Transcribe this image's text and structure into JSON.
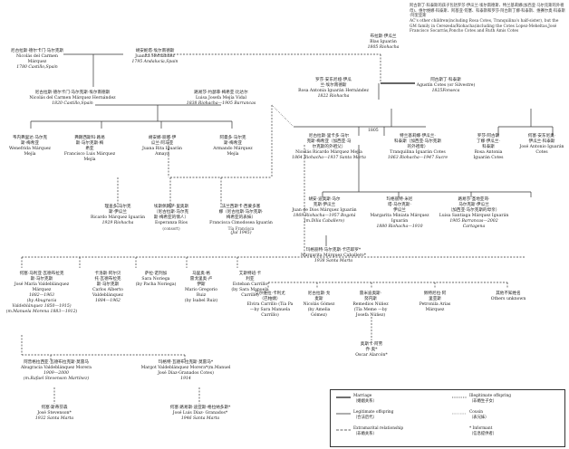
{
  "persons": {
    "p_nicolas_carmen": {
      "name": "尼古拉斯·德尔卡门·马尔克斯\nNicolás del Carmen\nMárquez",
      "dates": "1780 Castillo,Spain"
    },
    "p_juanita": {
      "name": "胡安妮塔·埃尔南德斯\nJuanita Hernández",
      "dates": "1795 Andalucía,Spain"
    },
    "p_nicolas_hernandez": {
      "name": "尼古拉斯·德尔卡门·马尔克斯·埃尔南德斯\nNicolás del Carmen Márquez Hernández",
      "dates": "1820 Castillo,Spain"
    },
    "p_luisa": {
      "name": "路易莎·约瑟菲·梅希亚·比达尔\nLuisa Josefa Mejía Vidal",
      "dates": "1838 Riohacha—1905 Barrancas"
    },
    "p_blas": {
      "name": "布拉斯·伊瓜兰\nBlas Iguarán",
      "dates": "1805 Riohacha"
    },
    "p_rosa_antonia": {
      "name": "罗莎·安东尼娅·伊瓜\n兰·埃尔南德斯\nRosa Antonia Iguarán Hernández",
      "dates": "1822 Riohacha"
    },
    "p_agustin": {
      "name": "阿古斯丁·科泰斯\nAgustín Cotes (or Silvestre)",
      "dates": "1825Fonseca"
    },
    "p_wenefrida": {
      "name": "韦内弗里达·马尔克\n斯·梅希亚\nWenefrida Márquez\nMejía",
      "dates": ""
    },
    "p_francisco": {
      "name": "弗朗西斯科·路易\n斯·马尔克斯·梅\n希亚\nFrancisco Luis Márquez\nMejía",
      "dates": ""
    },
    "p_juana_rita": {
      "name": "胡安娜·丽塔·伊\n瓜兰·阿马亚\nJuana Rita Iguarán\nAmaya",
      "dates": ""
    },
    "p_armando": {
      "name": "阿曼多·马尔克\n斯·梅希亚\nArmando Márquez\nMejía",
      "dates": ""
    },
    "p_nicolas_ricardo": {
      "name": "尼古拉斯·里卡多·马尔\n克斯·梅希亚（加西亚·马\n尔克斯的外祖父）\nNicolás Ricardo Márquez Mejía",
      "dates": "1864 Riohacha—1937 Santa Marta"
    },
    "p_tranquilina": {
      "name": "特兰基莉娜·伊瓜兰·\n科泰斯（加西亚·马尔克斯\n的外祖母）\nTranquilina Iguarán Cotes",
      "dates": "1863 Riohacha—1947 Sucre"
    },
    "p_rosa_cotes": {
      "name": "罗莎·阿古斯\n丁娜·伊瓜兰·\n科泰斯\nRosa Antonia\nIguarán Cotes",
      "dates": ""
    },
    "p_jose_antonio": {
      "name": "何塞·安东尼奥·\n伊瓜兰·科泰斯\nJosé Antonio Iguarán\nCotes",
      "dates": ""
    },
    "p_ricardo": {
      "name": "理查多·马尔克\n斯·伊瓜兰\nRicardo Márquez Iguarán",
      "dates": "1929 Riohacha"
    },
    "p_esperanza": {
      "name": "埃斯佩朗萨·里奥斯\n（尼古拉斯·马尔克\n斯·梅希亚的情人）\nEsperanza Ríos",
      "dates": "(consort)"
    },
    "p_francisca": {
      "name": "法兰西斯卡·西蒙多塞\n娜（尼古拉斯·马尔克斯·\n梅希亚的表妹）\nFrancisca Cimodosea Iguarán",
      "dates": "Tía Francisca"
    },
    "p_francisca_d": {
      "name": "",
      "dates": "(Jul 1945)"
    },
    "p_juan_de_dios": {
      "name": "胡安·迪奥斯·马尔\n克斯·伊瓜兰\nJuan de Dios Márquez Iguarán",
      "dates": "1869 Riohacha—1957 Bogotá\n(m.Dilia Caballero)"
    },
    "p_margarita": {
      "name": "玛格丽特·米尼\n塔·马尔克斯·\n伊瓜兰\nMargarita Miniata Márquez\nIguarán",
      "dates": "1880 Riohacha—1910"
    },
    "p_luisa_santiaga": {
      "name": "路易莎·圣地亚哥·\n马尔克斯·伊瓜兰\n（加西亚·马尔克斯的母亲）\nLuisa Santiaga Márquez Iguarán",
      "dates": "1905 Barrancas—2002\nCartagena"
    },
    "p_margarita2": {
      "name": "玛格丽特·马尔克斯·卡巴耶罗*\nMargarita Márquez Caballero*",
      "dates": "1938 Santa Marta"
    },
    "p_jose_maria": {
      "name": "何塞·马利亚·瓦德布拉克\n斯·马尔克斯\nJosé María Valdeblánquez\nMárquez",
      "dates": "1882—1963\n(by Abugracia\nValdeblánquez 1850—1915)\n(m.Manuela Morena 1883—1912)"
    },
    "p_carlos": {
      "name": "卡洛斯·阿尔贝\n托·瓦德布拉克\n斯·马尔克斯\nCarlos Alberto\nValdeblánquez",
      "dates": "1884—1962"
    },
    "p_sara": {
      "name": "萨拉·诺列加\nSara Noriega\n(by Pacha Noriega)",
      "dates": ""
    },
    "p_mario": {
      "name": "马里奥·格\n雷戈里奥·卢\n伊斯\nMario Gregorio\nRuiz\n(by Isabel Ruiz)",
      "dates": ""
    },
    "p_esteban": {
      "name": "艾斯特班·卡\n利亚\nEsteban Carrillo\n(by Sara Manuela\nCarrillo)",
      "dates": ""
    },
    "p_elvira": {
      "name": "艾尔维拉·卡利尤\n（巴帕姨）\nElvira Carrillo (Tía Pa\n—by Sara Manuela\nCarrillo)",
      "dates": ""
    },
    "p_nicolas_gomez": {
      "name": "尼古拉斯·戈\n麦斯\nNicolás Gómez\n(by Amelia\nGómez)",
      "dates": ""
    },
    "p_remedios": {
      "name": "雷米迪奥斯·\n努内斯\nRemedios Núñez\n(Tía Meme —by\nJosefa Núñez)",
      "dates": ""
    },
    "p_petronila": {
      "name": "佩特尼拉·阿\n里亚斯\nPetronila Arias\nMárquez",
      "dates": ""
    },
    "p_unknown": {
      "name": "其他不知姓名\nOthers unknown",
      "dates": ""
    },
    "p_oscar": {
      "name": "奥斯卡·阿劳\n乔·奥*\nOscar Alarcón*",
      "dates": ""
    },
    "p_abugracia": {
      "name": "阿普格拉西亚·瓦德布拉克斯·莫雷马\nAbugracia Valdeblánquez Morera",
      "dates": "1909—2000\n(m.Rafael Stevenson Martínez)"
    },
    "p_margot": {
      "name": "玛格特·瓦德布拉克斯·莫雷马*\nMargot Valdeblánquez Morera*(m.Manuel\nJosé Díaz-Granados Cotes)",
      "dates": "1914"
    },
    "p_jose_stevenson": {
      "name": "何塞·斯蒂芬森\nJosé Stevenson*",
      "dates": "1932 Santa Marta"
    },
    "p_jose_diaz": {
      "name": "何塞·路易斯·迪亚斯-格拉纳多斯*\nJosé Luis Díaz- Granados*",
      "dates": "1946 Santa Marta"
    }
  },
  "year_1805": "1805",
  "note": "阿古斯丁·科泰斯的孩子包括罗莎·伊瓜兰·埃尔南德斯、特兰基莉娜(加西亚·马尔克斯的外祖母)、维尔维娜·科泰斯、阿基亚·何塞、科泰斯和罗莎·阿古斯丁娜·科泰斯、维赛尔奥·科泰斯·阿里亚斯\nAC's other children(including Rosa Cotes, Tranquilina's half-sister), but the GM family in Cerezeda/Riohacha(including the Cotes Lopez-Meheltas,José Francisco Socarrás,Poncho Cotes and Ruth Amis Cotes",
  "legend": {
    "marriage": "Marriage\n（婚姻关系）",
    "legit": "Legitimate offspring\n（合法后代）",
    "extramarital": "Extramarital relationship\n（非婚关系）",
    "illegit": "Illegitimate offspring\n（非婚生子女）",
    "cousin": "Cousin\n（表兄妹）",
    "informant": "* Informant\n（信息提供者）"
  }
}
